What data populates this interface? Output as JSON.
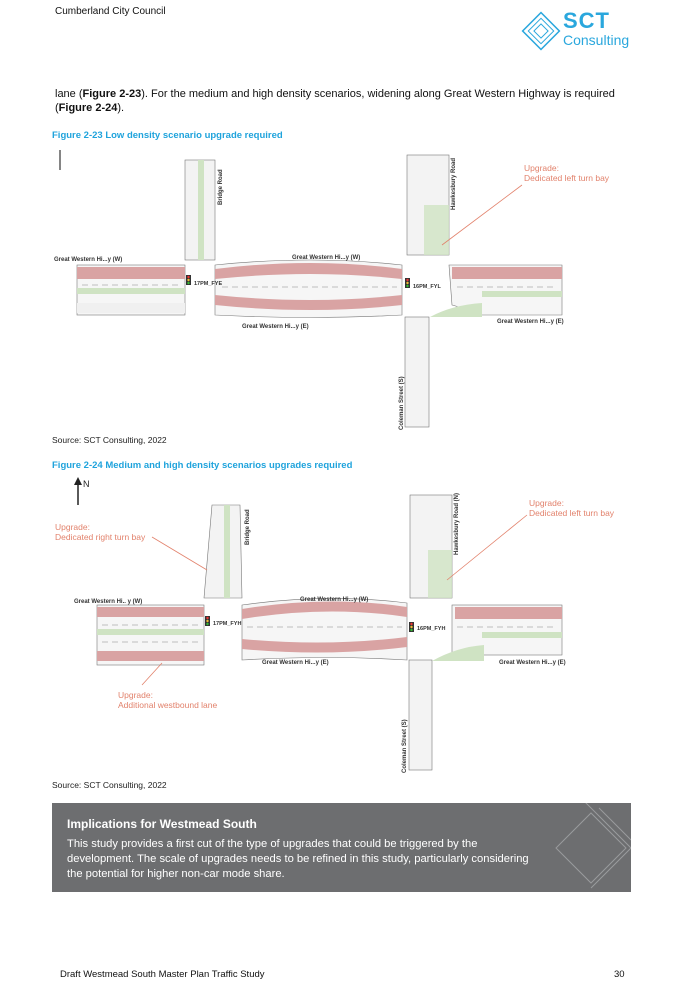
{
  "header": {
    "organisation": "Cumberland City Council",
    "logo_main": "SCT",
    "logo_sub": "Consulting"
  },
  "intro": {
    "t1": "lane (",
    "ref1": "Figure 2-23",
    "t2": "). For the medium and high density scenarios, widening along Great Western Highway is required (",
    "ref2": "Figure 2-24",
    "t3": ")."
  },
  "figure1": {
    "caption": "Figure 2-23 Low density scenario upgrade required",
    "labels": {
      "gwh_w_left": "Great Western Hi...y (W)",
      "gwh_w_mid": "Great Western Hi...y (W)",
      "gwh_e_mid": "Great Western Hi...y (E)",
      "gwh_e_right": "Great Western Hi...y (E)",
      "bridge": "Bridge Road",
      "hawkesbury": "Hawkesbury Road",
      "coleman": "Coleman Street (S)",
      "signal1": "17PM_FYE",
      "signal2": "16PM_FYL"
    },
    "upgrade_note_1": "Upgrade:",
    "upgrade_note_2": "Dedicated left turn bay",
    "source": "Source: SCT Consulting, 2022"
  },
  "figure2": {
    "caption": "Figure 2-24 Medium and high density scenarios upgrades required",
    "north": "N",
    "labels": {
      "gwh_w_left": "Great Western Hi.. y (W)",
      "gwh_w_mid": "Great Western Hi...y (W)",
      "gwh_e_mid": "Great Western Hi...y (E)",
      "gwh_e_right": "Great Western Hi...y (E)",
      "bridge": "Bridge Road",
      "hawkesbury": "Hawkesbury Road (N)",
      "coleman": "Coleman Street (S)",
      "signal1": "17PM_FYH",
      "signal2": "16PM_FYH"
    },
    "upgrade_right_1": "Upgrade:",
    "upgrade_right_2": "Dedicated right turn bay",
    "upgrade_left_1": "Upgrade:",
    "upgrade_left_2": "Dedicated left turn bay",
    "upgrade_west_1": "Upgrade:",
    "upgrade_west_2": "Additional westbound lane",
    "source": "Source: SCT Consulting, 2022"
  },
  "implications": {
    "title": "Implications for Westmead South",
    "body": "This study provides a first cut of the type of upgrades that could be triggered by the development. The scale of upgrades needs to be refined in this study, particularly considering the potential for higher non-car mode share."
  },
  "footer": {
    "doc_title": "Draft Westmead South Master Plan Traffic Study",
    "page_number": "30"
  },
  "colors": {
    "accent_blue": "#1fa3dc",
    "upgrade_red": "#e2826c",
    "road_red": "#d9a3a3",
    "green_strip": "#cfe3c3",
    "box_grey": "#6d6e70"
  }
}
